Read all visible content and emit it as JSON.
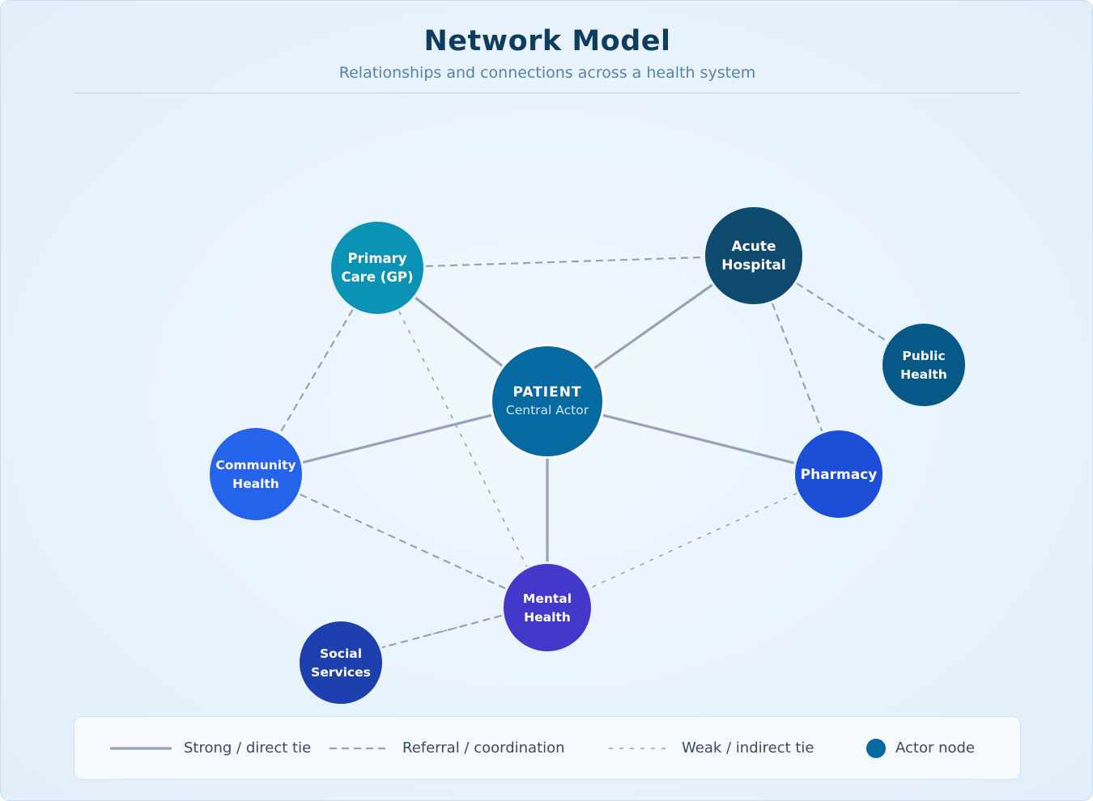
{
  "header": {
    "title": "Network Model",
    "subtitle": "Relationships and connections across a health system"
  },
  "nodes": {
    "patient": {
      "line1": "PATIENT",
      "line2": "Central Actor",
      "color": "#0669a0"
    },
    "gp": {
      "line1": "Primary",
      "line2": "Care (GP)",
      "color": "#0a93b4"
    },
    "hospital": {
      "line1": "Acute",
      "line2": "Hospital",
      "color": "#0e4a6e"
    },
    "public": {
      "line1": "Public",
      "line2": "Health",
      "color": "#065887"
    },
    "community": {
      "line1": "Community",
      "line2": "Health",
      "color": "#2563eb"
    },
    "pharmacy": {
      "line1": "Pharmacy",
      "color": "#1d4ed8"
    },
    "mental": {
      "line1": "Mental",
      "line2": "Health",
      "color": "#4338ca"
    },
    "social": {
      "line1": "Social",
      "line2": "Services",
      "color": "#1e40af"
    }
  },
  "edges": [
    {
      "from": "patient",
      "to": "gp",
      "type": "strong"
    },
    {
      "from": "patient",
      "to": "hospital",
      "type": "strong"
    },
    {
      "from": "patient",
      "to": "community",
      "type": "strong"
    },
    {
      "from": "patient",
      "to": "pharmacy",
      "type": "strong"
    },
    {
      "from": "patient",
      "to": "mental",
      "type": "strong"
    },
    {
      "from": "gp",
      "to": "hospital",
      "type": "referral"
    },
    {
      "from": "gp",
      "to": "community",
      "type": "referral"
    },
    {
      "from": "gp",
      "to": "mental",
      "type": "weak"
    },
    {
      "from": "hospital",
      "to": "public",
      "type": "referral"
    },
    {
      "from": "hospital",
      "to": "pharmacy",
      "type": "referral"
    },
    {
      "from": "community",
      "to": "mental",
      "type": "referral"
    },
    {
      "from": "pharmacy",
      "to": "mental",
      "type": "weak"
    },
    {
      "from": "mental",
      "to": "social",
      "type": "referral"
    },
    {
      "from": "social",
      "to": "mental",
      "type": "weak"
    }
  ],
  "legend": {
    "strong": "Strong / direct tie",
    "referral": "Referral / coordination",
    "weak": "Weak / indirect tie",
    "node": "Actor node"
  },
  "colors": {
    "edge": "#94a3b8",
    "title": "#0f3d5e",
    "subtitle": "#5782a4",
    "node_legend": "#0669a0"
  }
}
